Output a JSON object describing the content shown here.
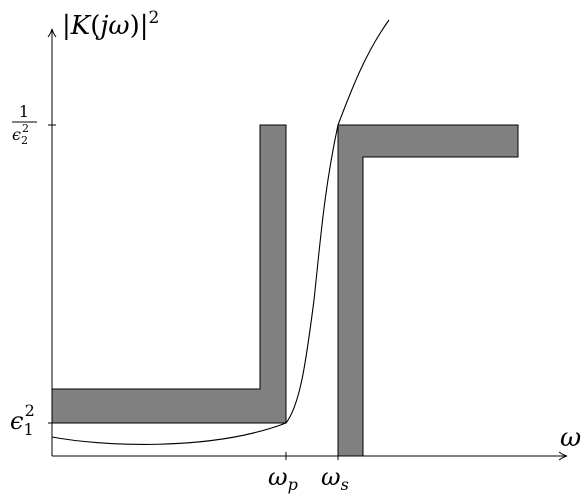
{
  "diagram": {
    "y_axis_label": {
      "open": "|",
      "K": "K",
      "paren_open": "(",
      "j": "j",
      "omega": "ω",
      "paren_close": ")|",
      "power": "2"
    },
    "x_axis_label": "ω",
    "y_tick_upper": {
      "numerator": "1",
      "base": "ϵ",
      "sub": "2",
      "sup": "2"
    },
    "y_tick_lower": {
      "base": "ϵ",
      "sub": "1",
      "sup": "2"
    },
    "x_tick_passband": {
      "base": "ω",
      "sub": "p"
    },
    "x_tick_stopband": {
      "base": "ω",
      "sub": "s"
    },
    "colors": {
      "band_fill": "#808080",
      "stroke": "#000000"
    }
  }
}
